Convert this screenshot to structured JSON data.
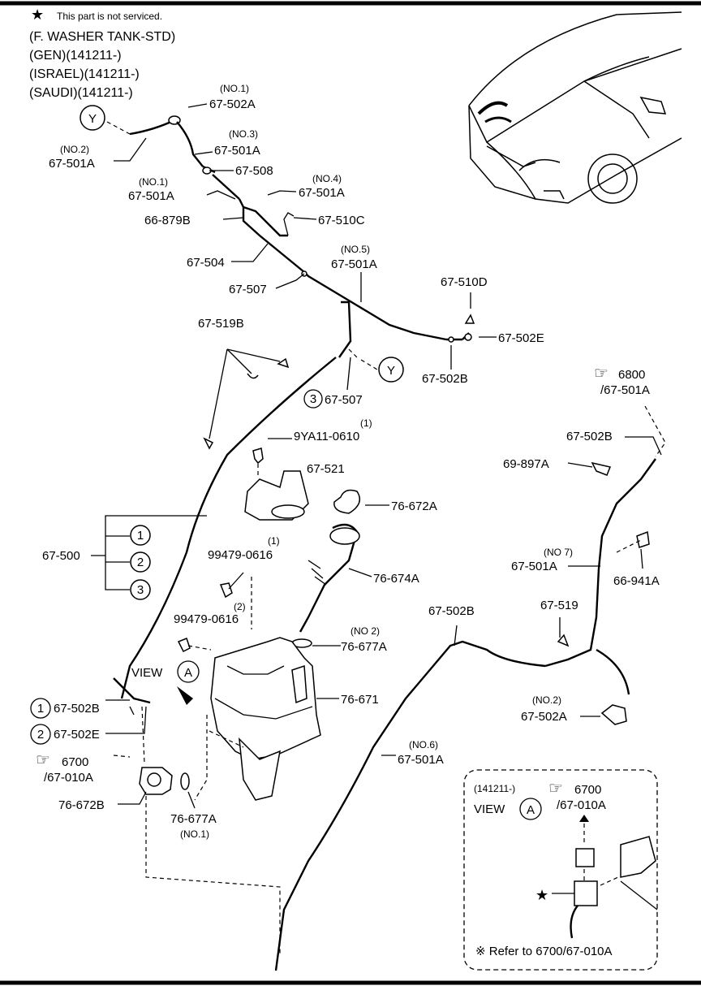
{
  "header": {
    "legend": "This part is not serviced.",
    "lines": [
      "(F. WASHER TANK-STD)",
      "(GEN)(141211-)",
      "(ISRAEL)(141211-)",
      "(SAUDI)(141211-)"
    ]
  },
  "icons": {
    "star": "star-icon",
    "ref": "pointing-hand-icon"
  },
  "labels": {
    "no1_a": "(NO.1)",
    "p_67502A_top": "67-502A",
    "no3": "(NO.3)",
    "p_67501A_no3": "67-501A",
    "no2_a": "(NO.2)",
    "p_67501A_no2": "67-501A",
    "p_67508": "67-508",
    "no1_b": "(NO.1)",
    "p_67501A_no1": "67-501A",
    "no4": "(NO.4)",
    "p_67501A_no4": "67-501A",
    "p_66879B": "66-879B",
    "p_67510C": "67-510C",
    "p_67504": "67-504",
    "no5": "(NO.5)",
    "p_67501A_no5": "67-501A",
    "p_67507": "67-507",
    "p_67510D": "67-510D",
    "p_67519B": "67-519B",
    "p_67502E_r": "67-502E",
    "p_67502B_mid": "67-502B",
    "c3": "3",
    "p_67507_b": "67-507",
    "ref6800": "6800",
    "ref6800_sub": "/67-501A",
    "n1_9ya": "(1)",
    "p_9ya": "9YA11-0610",
    "p_67521": "67-521",
    "p_67502B_r": "67-502B",
    "p_69897A": "69-897A",
    "p_76672A": "76-672A",
    "p_67500": "67-500",
    "c1": "1",
    "c2": "2",
    "n1_99": "(1)",
    "p_99_1": "99479-0616",
    "p_76674A": "76-674A",
    "no7": "(NO 7)",
    "p_67501A_no7": "67-501A",
    "p_66941A": "66-941A",
    "n2_99": "(2)",
    "p_99_2": "99479-0616",
    "p_67502B_low": "67-502B",
    "p_67519": "67-519",
    "no2_b": "(NO 2)",
    "p_76677A_no2": "76-677A",
    "view": "VIEW",
    "view_letter": "A",
    "p_76671": "76-671",
    "c1b": "1",
    "p_67502B_bl": "67-502B",
    "c2b": "2",
    "p_67502E_bl": "67-502E",
    "no2_c": "(NO.2)",
    "p_67502A_r": "67-502A",
    "ref6700": "6700",
    "ref6700_sub": "/67-010A",
    "no6": "(NO.6)",
    "p_67501A_no6": "67-501A",
    "p_76672B": "76-672B",
    "p_76677A_no1": "76-677A",
    "no1_c": "(NO.1)",
    "y_label": "Y"
  },
  "inset": {
    "date": "(141211-)",
    "ref": "6700",
    "ref_sub": "/67-010A",
    "view": "VIEW",
    "view_letter": "A",
    "note": "※ Refer to 6700/67-010A"
  }
}
